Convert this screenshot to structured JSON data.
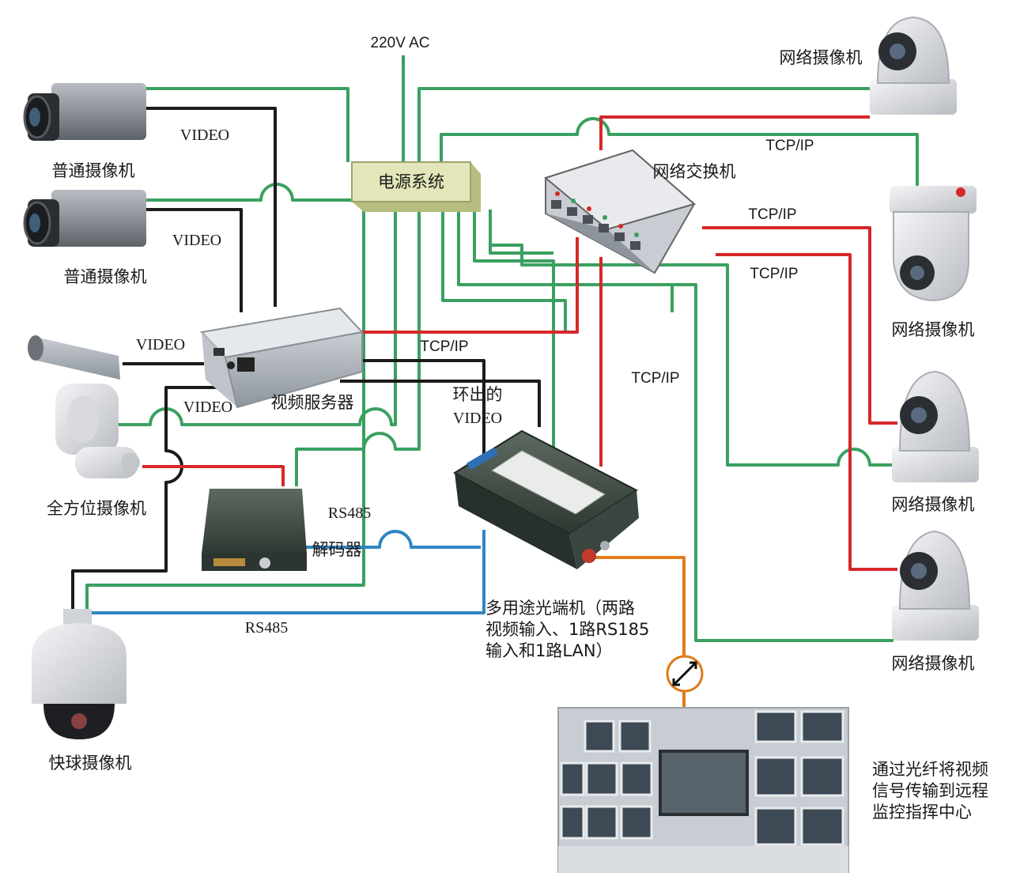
{
  "colors": {
    "green": "#3aa060",
    "black": "#1b1b1b",
    "red": "#d6282a",
    "blue": "#2f86c2",
    "orange": "#e07b1a",
    "power_box": "#e2e6b8"
  },
  "power": {
    "input_label": "220V AC",
    "box_label": "电源系统"
  },
  "switch_label": "网络交换机",
  "cameras": {
    "normal_1": "普通摄像机",
    "normal_2": "普通摄像机",
    "ptz": "全方位摄像机",
    "dome": "快球摄像机",
    "net_1": "网络摄像机",
    "net_2": "网络摄像机",
    "net_3": "网络摄像机",
    "net_4": "网络摄像机"
  },
  "devices": {
    "video_server": "视频服务器",
    "decoder": "解码器",
    "optical_terminal": [
      "多用途光端机（两路",
      "视频输入、1路RS185",
      "输入和1路LAN）"
    ]
  },
  "links": {
    "video_1": "VIDEO",
    "video_2": "VIDEO",
    "video_3": "VIDEO",
    "video_4": "VIDEO",
    "loop_video": [
      "环出的",
      "VIDEO"
    ],
    "tcpip_1": "TCP/IP",
    "tcpip_2": "TCP/IP",
    "tcpip_3": "TCP/IP",
    "tcpip_4": "TCP/IP",
    "tcpip_5": "TCP/IP",
    "rs485_1": "RS485",
    "rs485_2": "RS485"
  },
  "remote_center": [
    "通过光纤将视频",
    "信号传输到远程",
    "监控指挥中心"
  ]
}
